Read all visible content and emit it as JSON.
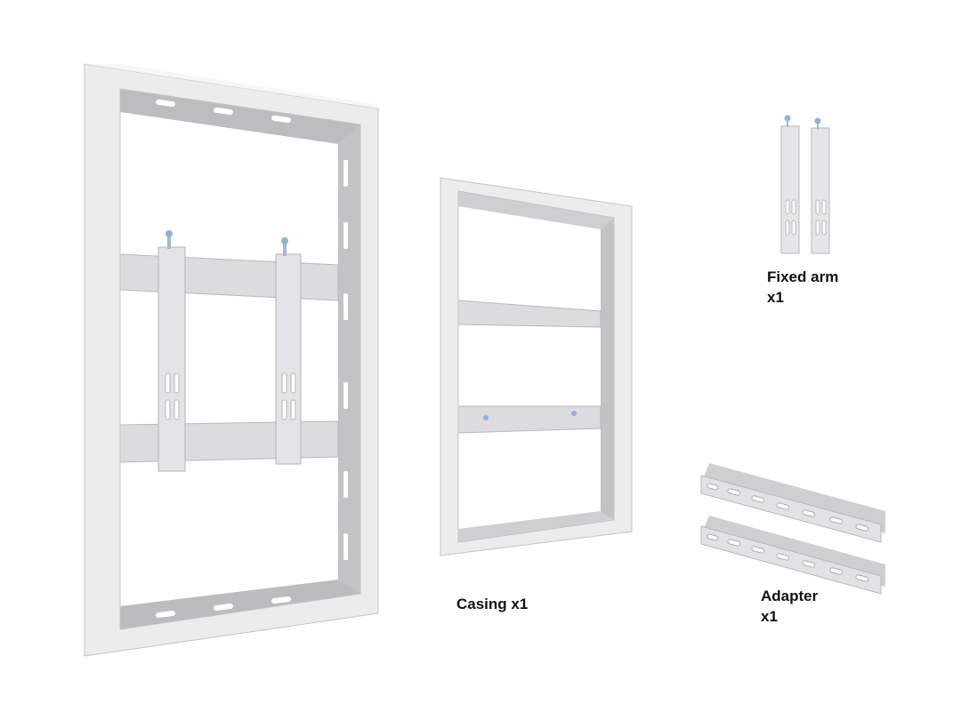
{
  "labels": {
    "fixed_arm": {
      "name": "Fixed arm",
      "qty": "x1"
    },
    "casing": {
      "name": "Casing",
      "qty": "x1"
    },
    "adapter": {
      "name": "Adapter",
      "qty": "x1"
    }
  },
  "colors": {
    "frame_face": "#ececec",
    "frame_interior": "#c9c9cb",
    "slot": "#ffffff",
    "screw": "#8fb4d6"
  }
}
